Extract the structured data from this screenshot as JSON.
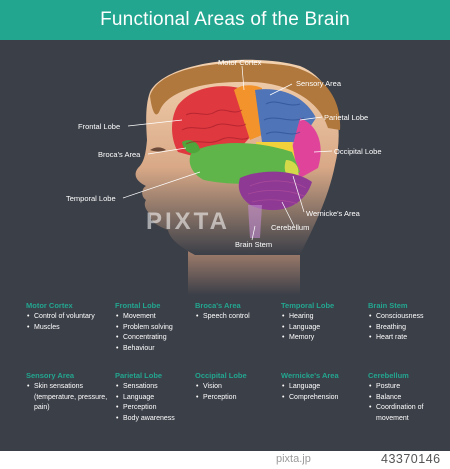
{
  "title": "Functional Areas of the Brain",
  "colors": {
    "background": "#3b3f48",
    "title_bar": "#23a690",
    "frontal": "#e0383f",
    "parietal": "#4f74b8",
    "occipital": "#e0449a",
    "temporal": "#5fb54a",
    "motor": "#f2942b",
    "sensory": "#f2d13a",
    "cerebellum": "#8e3a95",
    "hair": "#b0783c"
  },
  "diagram_labels": {
    "motor_cortex": "Motor Cortex",
    "sensory_area": "Sensory Area",
    "parietal_lobe": "Parietal Lobe",
    "frontal_lobe": "Frontal Lobe",
    "occipital_lobe": "Occipital Lobe",
    "brocas_area": "Broca's Area",
    "temporal_lobe": "Temporal Lobe",
    "wernickes_area": "Wernicke's Area",
    "cerebellum": "Cerebellum",
    "brain_stem": "Brain Stem"
  },
  "legend": [
    {
      "title": "Motor Cortex",
      "items": [
        "Control of voluntary",
        "Muscles"
      ]
    },
    {
      "title": "Frontal Lobe",
      "items": [
        "Movement",
        "Problem solving",
        "Concentrating",
        "Behaviour"
      ]
    },
    {
      "title": "Broca's Area",
      "items": [
        "Speech control"
      ]
    },
    {
      "title": "Temporal Lobe",
      "items": [
        "Hearing",
        "Language",
        "Memory"
      ]
    },
    {
      "title": "Brain Stem",
      "items": [
        "Consciousness",
        "Breathing",
        "Heart rate"
      ]
    },
    {
      "title": "Sensory Area",
      "items": [
        "Skin sensations (temperature, pressure, pain)"
      ]
    },
    {
      "title": "Parietal Lobe",
      "items": [
        "Sensations",
        "Language",
        "Perception",
        "Body awareness"
      ]
    },
    {
      "title": "Occipital Lobe",
      "items": [
        "Vision",
        "Perception"
      ]
    },
    {
      "title": "Wernicke's Area",
      "items": [
        "Language",
        "Comprehension"
      ]
    },
    {
      "title": "Cerebellum",
      "items": [
        "Posture",
        "Balance",
        "Coordination of movement"
      ]
    }
  ],
  "watermark": "PIXTA",
  "footer": {
    "brand": "pixta.jp",
    "id": "43370146"
  }
}
